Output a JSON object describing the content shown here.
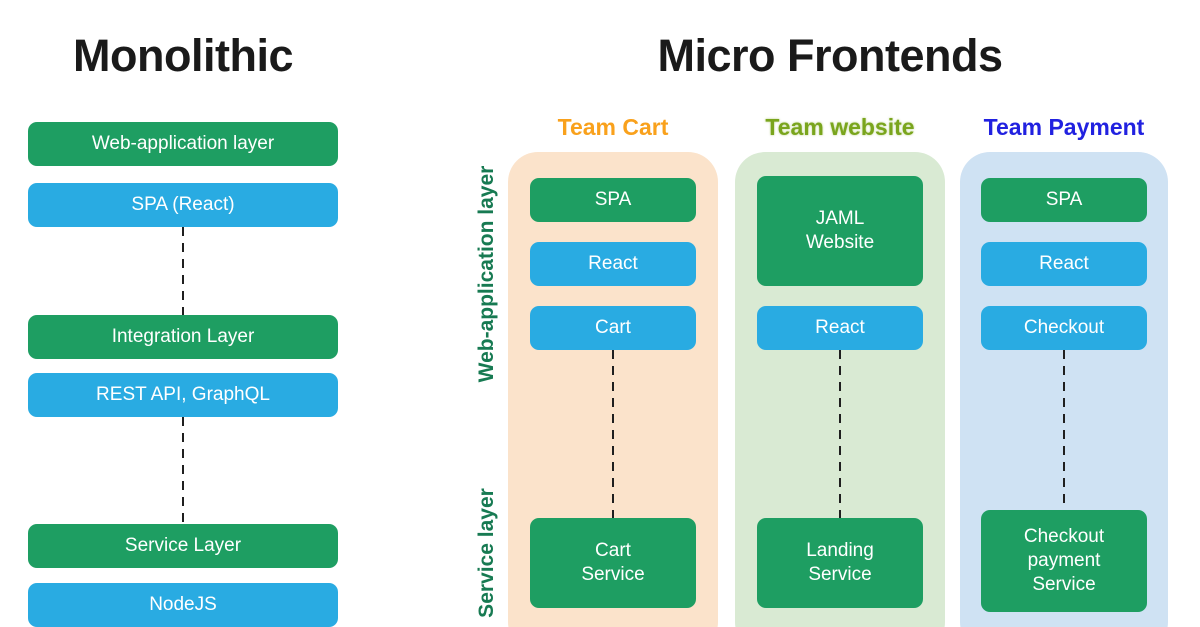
{
  "monolithic": {
    "title": "Monolithic",
    "boxes": [
      {
        "label": "Web-application layer"
      },
      {
        "label": "SPA (React)"
      },
      {
        "label": "Integration Layer"
      },
      {
        "label": "REST API, GraphQL"
      },
      {
        "label": "Service Layer"
      },
      {
        "label": "NodeJS"
      }
    ]
  },
  "micro_frontends": {
    "title": "Micro Frontends",
    "side_labels": {
      "web_app": "Web-application layer",
      "service": "Service layer"
    },
    "teams": [
      {
        "name": "Team Cart",
        "color": "#f9a11c"
      },
      {
        "name": "Team website",
        "color": "#7aa51d"
      },
      {
        "name": "Team Payment",
        "color": "#2121e0"
      }
    ],
    "columns": [
      {
        "team": "Team Cart",
        "background": "#fbe3cb",
        "boxes": [
          {
            "label": "SPA"
          },
          {
            "label": "React"
          },
          {
            "label": "Cart"
          }
        ],
        "service": {
          "label": "Cart\nService"
        }
      },
      {
        "team": "Team website",
        "background": "#d9ead3",
        "boxes": [
          {
            "label": "JAML\nWebsite"
          },
          {
            "label": "React"
          }
        ],
        "service": {
          "label": "Landing\nService"
        }
      },
      {
        "team": "Team Payment",
        "background": "#cfe2f3",
        "boxes": [
          {
            "label": "SPA"
          },
          {
            "label": "React"
          },
          {
            "label": "Checkout"
          }
        ],
        "service": {
          "label": "Checkout\npayment\nService"
        }
      }
    ]
  },
  "colors": {
    "green_box": "#1e9e62",
    "blue_box": "#29abe2",
    "dashed_line": "#1f1f1f",
    "side_label_text": "#177a52",
    "title_text": "#1a1a1a"
  }
}
